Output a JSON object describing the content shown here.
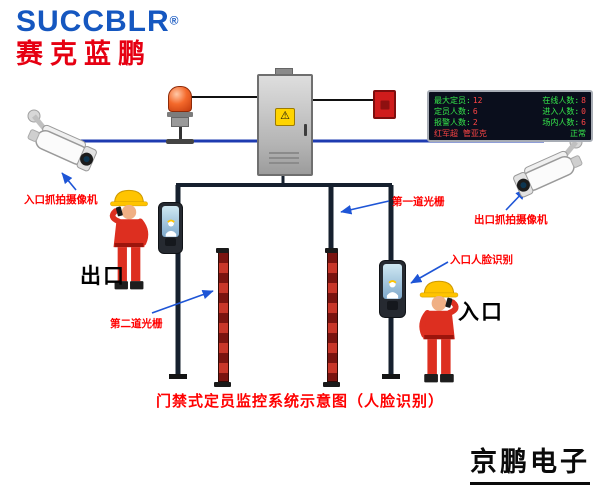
{
  "logo": {
    "brand": "SUCCBLR",
    "registered": "®",
    "brand_cn": "赛克蓝鹏"
  },
  "display": {
    "rows": [
      {
        "l_label": "最大定员:",
        "l_value": "12",
        "r_label": "在线人数:",
        "r_value": "8"
      },
      {
        "l_label": "定员人数:",
        "l_value": "6",
        "r_label": "进入人数:",
        "r_value": "0"
      },
      {
        "l_label": "报警人数:",
        "l_value": "2",
        "r_label": "场内人数:",
        "r_value": "6"
      }
    ],
    "footer": {
      "names": "红军超 管亚克",
      "status": "正常"
    }
  },
  "labels": {
    "entry_camera": "入口抓拍摄像机",
    "exit_camera": "出口抓拍摄像机",
    "first_light_barrier": "第一道光栅",
    "second_light_barrier": "第二道光栅",
    "entry_face_recognition": "入口人脸识别",
    "exit_gate": "出口",
    "entry_gate": "入口"
  },
  "title": "门禁式定员监控系统示意图（人脸识别）",
  "watermark": "京鹏电子",
  "icons": {
    "warning": "⚠"
  },
  "colors": {
    "brand_blue": "#1557c0",
    "brand_red": "#e60012",
    "label_red": "#ff0000",
    "cable_blue": "#1e3bb0",
    "arrow_blue": "#1e55d6",
    "gate_dark": "#16202e",
    "led_green": "#35e84b",
    "led_red": "#ff4545",
    "worker_red": "#dd2f20",
    "hat_yellow": "#ffc400"
  }
}
